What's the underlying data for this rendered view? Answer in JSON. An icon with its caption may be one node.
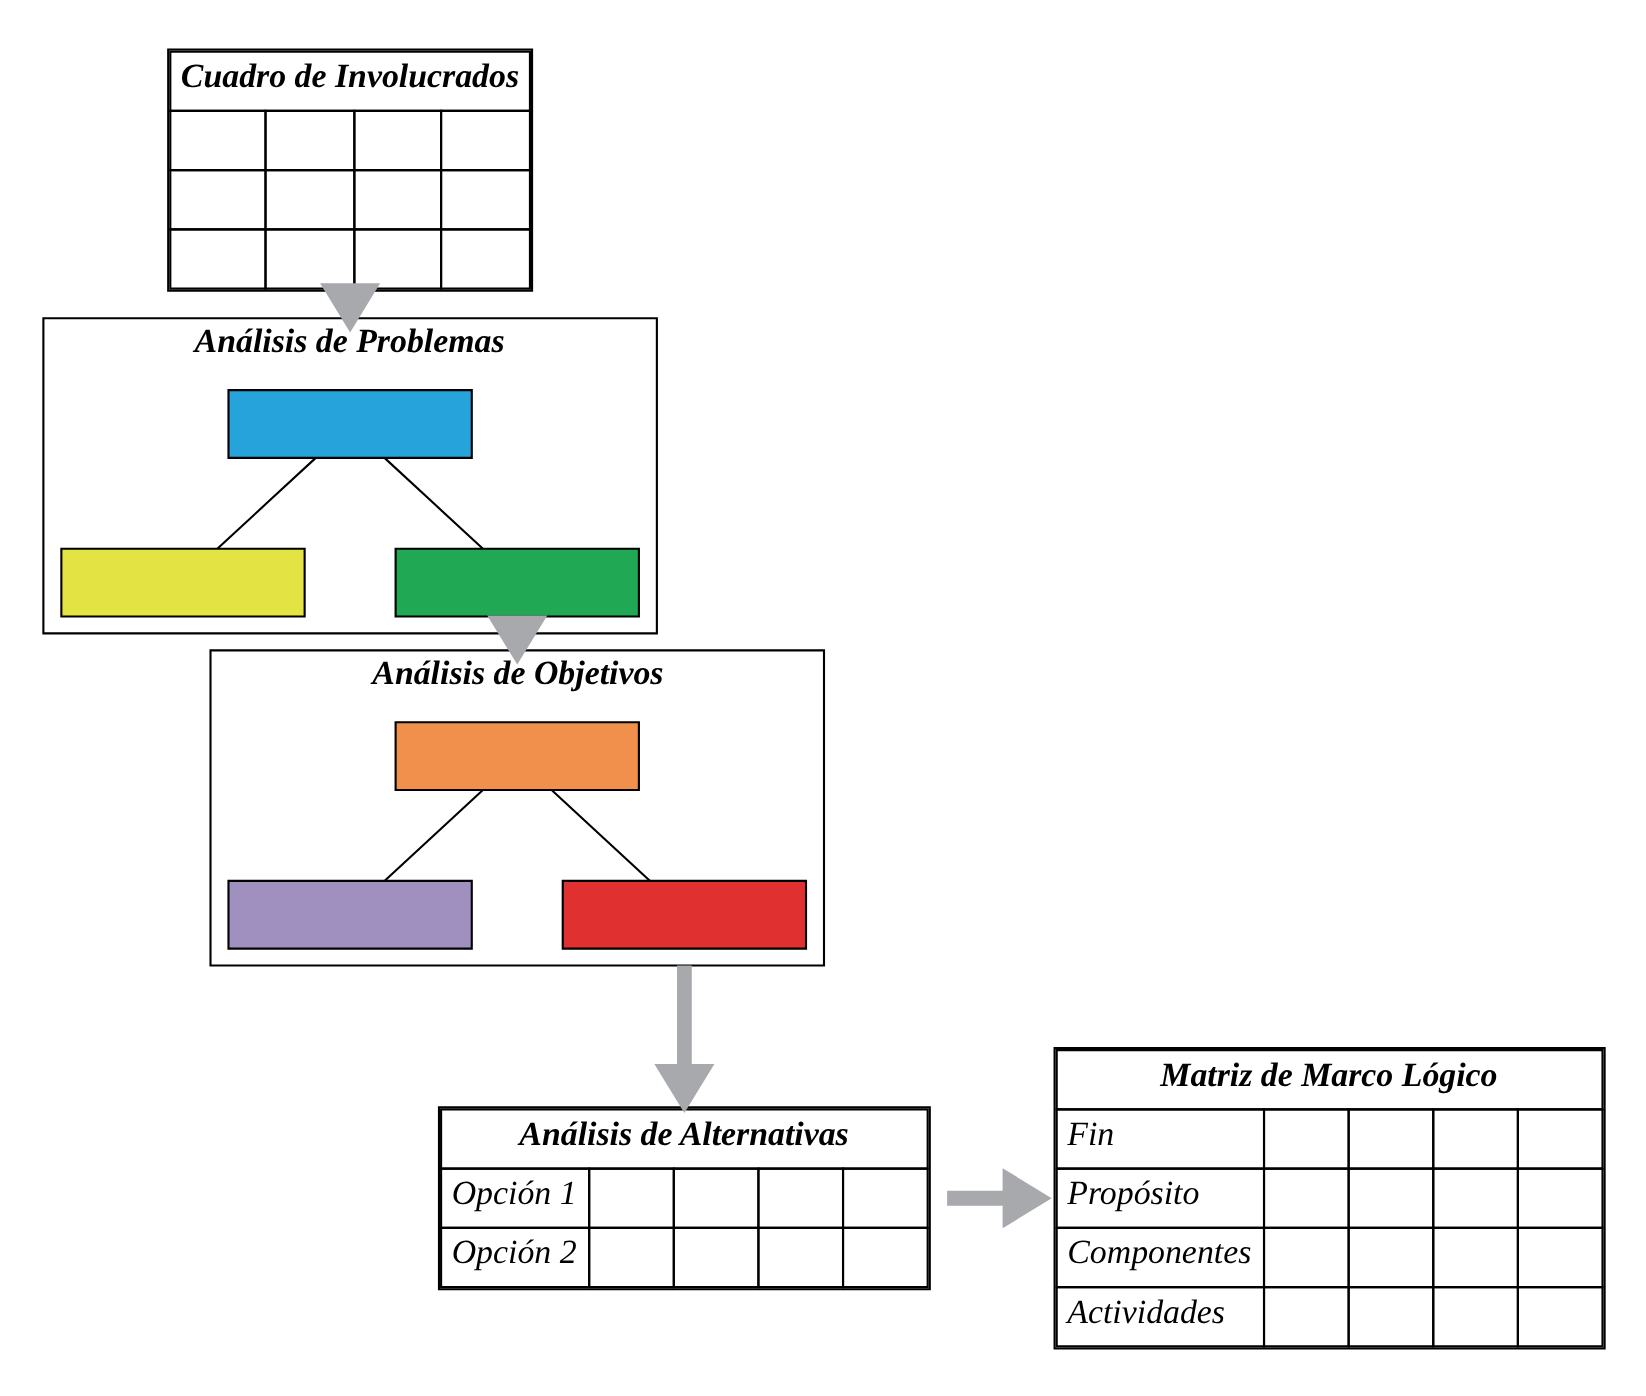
{
  "diagram": {
    "nodes": [
      {
        "text": [
          "Cuadro de Involucrados"
        ]
      },
      {
        "text": [
          "Análisis de Problemas"
        ]
      },
      {
        "text": [],
        "shape": "box",
        "in": 1
      },
      {
        "text": [],
        "shape": "box",
        "in": 1
      },
      {
        "text": [],
        "shape": "box",
        "in": 1
      },
      {
        "text": [
          "Análisis de Objetivos"
        ]
      },
      {
        "text": [],
        "shape": "box",
        "in": 5
      },
      {
        "text": [],
        "shape": "box",
        "in": 5
      },
      {
        "text": [],
        "shape": "box",
        "in": 5
      },
      {
        "text": [
          "Análisis de Alternativas",
          "Opción 1",
          "Opción 2"
        ]
      },
      {
        "text": [
          "Matriz de Marco Lógico",
          "Fin",
          "Propósito",
          "Componentes",
          "Actividades"
        ]
      }
    ],
    "edges": [
      {
        "from": 0,
        "to": 1,
        "arrow": "to",
        "style": "thick",
        "color": "#a7a9ac"
      },
      {
        "from": 2,
        "to": 3,
        "arrow": "none"
      },
      {
        "from": 2,
        "to": 4,
        "arrow": "none"
      },
      {
        "from": 1,
        "to": 5,
        "arrow": "to",
        "style": "thick",
        "color": "#a7a9ac"
      },
      {
        "from": 6,
        "to": 7,
        "arrow": "none"
      },
      {
        "from": 6,
        "to": 8,
        "arrow": "none"
      },
      {
        "from": 5,
        "to": 9,
        "arrow": "to",
        "style": "thick",
        "color": "#a7a9ac"
      },
      {
        "from": 9,
        "to": 10,
        "arrow": "to",
        "style": "thick",
        "color": "#a7a9ac"
      }
    ]
  }
}
